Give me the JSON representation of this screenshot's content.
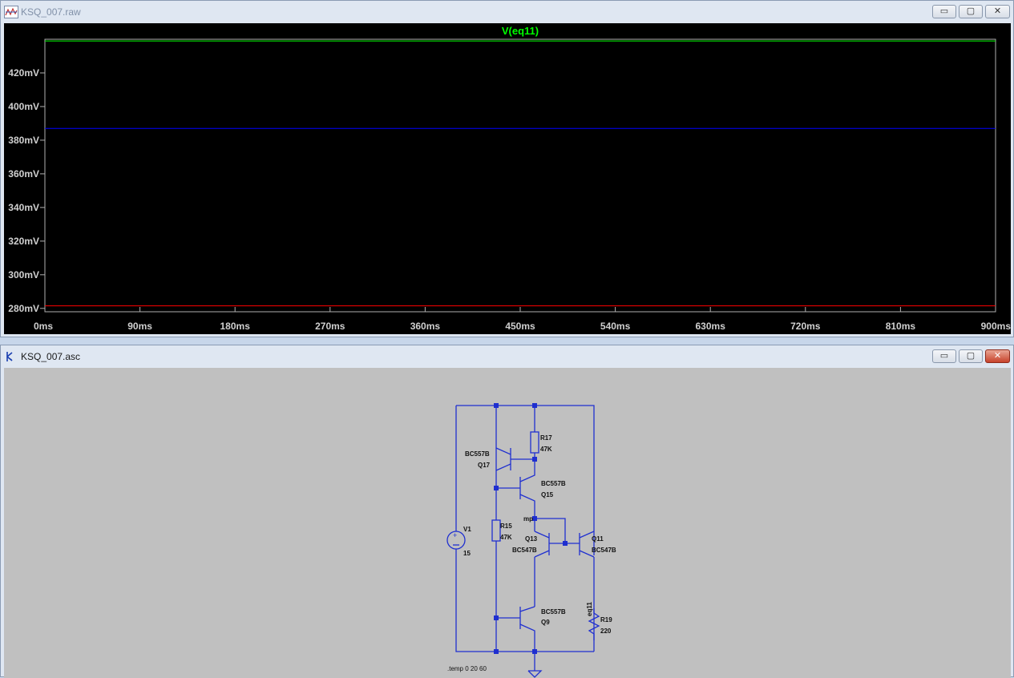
{
  "plot_window": {
    "title": "KSQ_007.raw",
    "buttons": {
      "minimize": "▭",
      "maximize": "▢",
      "close": "✕"
    }
  },
  "schematic_window": {
    "title": "KSQ_007.asc",
    "buttons": {
      "minimize": "▭",
      "maximize": "▢",
      "close": "✕"
    },
    "components": [
      {
        "ref": "R17",
        "value": "47K"
      },
      {
        "ref": "Q17",
        "value": "BC557B"
      },
      {
        "ref": "Q15",
        "value": "BC557B"
      },
      {
        "ref": "R15",
        "value": "47K"
      },
      {
        "ref": "V1",
        "value": "15"
      },
      {
        "ref": "Q13",
        "value": "BC547B"
      },
      {
        "ref": "Q11",
        "value": "BC547B"
      },
      {
        "ref": "Q9",
        "value": "BC557B"
      },
      {
        "ref": "R19",
        "value": "220"
      }
    ],
    "net_labels": [
      "mp",
      "eq11"
    ],
    "directives": [
      ".temp 0 20 60"
    ]
  },
  "chart_data": {
    "type": "line",
    "title": "V(eq11)",
    "xlabel": "",
    "ylabel": "",
    "x_ticks": [
      "0ms",
      "90ms",
      "180ms",
      "270ms",
      "360ms",
      "450ms",
      "540ms",
      "630ms",
      "720ms",
      "810ms",
      "900ms"
    ],
    "y_ticks": [
      "280mV",
      "300mV",
      "320mV",
      "340mV",
      "360mV",
      "380mV",
      "400mV",
      "420mV"
    ],
    "xlim": [
      0,
      900
    ],
    "ylim": [
      278,
      440
    ],
    "grid": false,
    "series": [
      {
        "color": "#00ff00",
        "x": [
          0,
          900
        ],
        "values": [
          439,
          439
        ]
      },
      {
        "color": "#0000ff",
        "x": [
          0,
          900
        ],
        "values": [
          387,
          387
        ]
      },
      {
        "color": "#ff0000",
        "x": [
          0,
          900
        ],
        "values": [
          281.5,
          281.5
        ]
      }
    ],
    "colors": {
      "background": "#000000",
      "frame": "#b0b0b0",
      "title": "#00ff00",
      "ticks": "#d0d0d0"
    }
  }
}
